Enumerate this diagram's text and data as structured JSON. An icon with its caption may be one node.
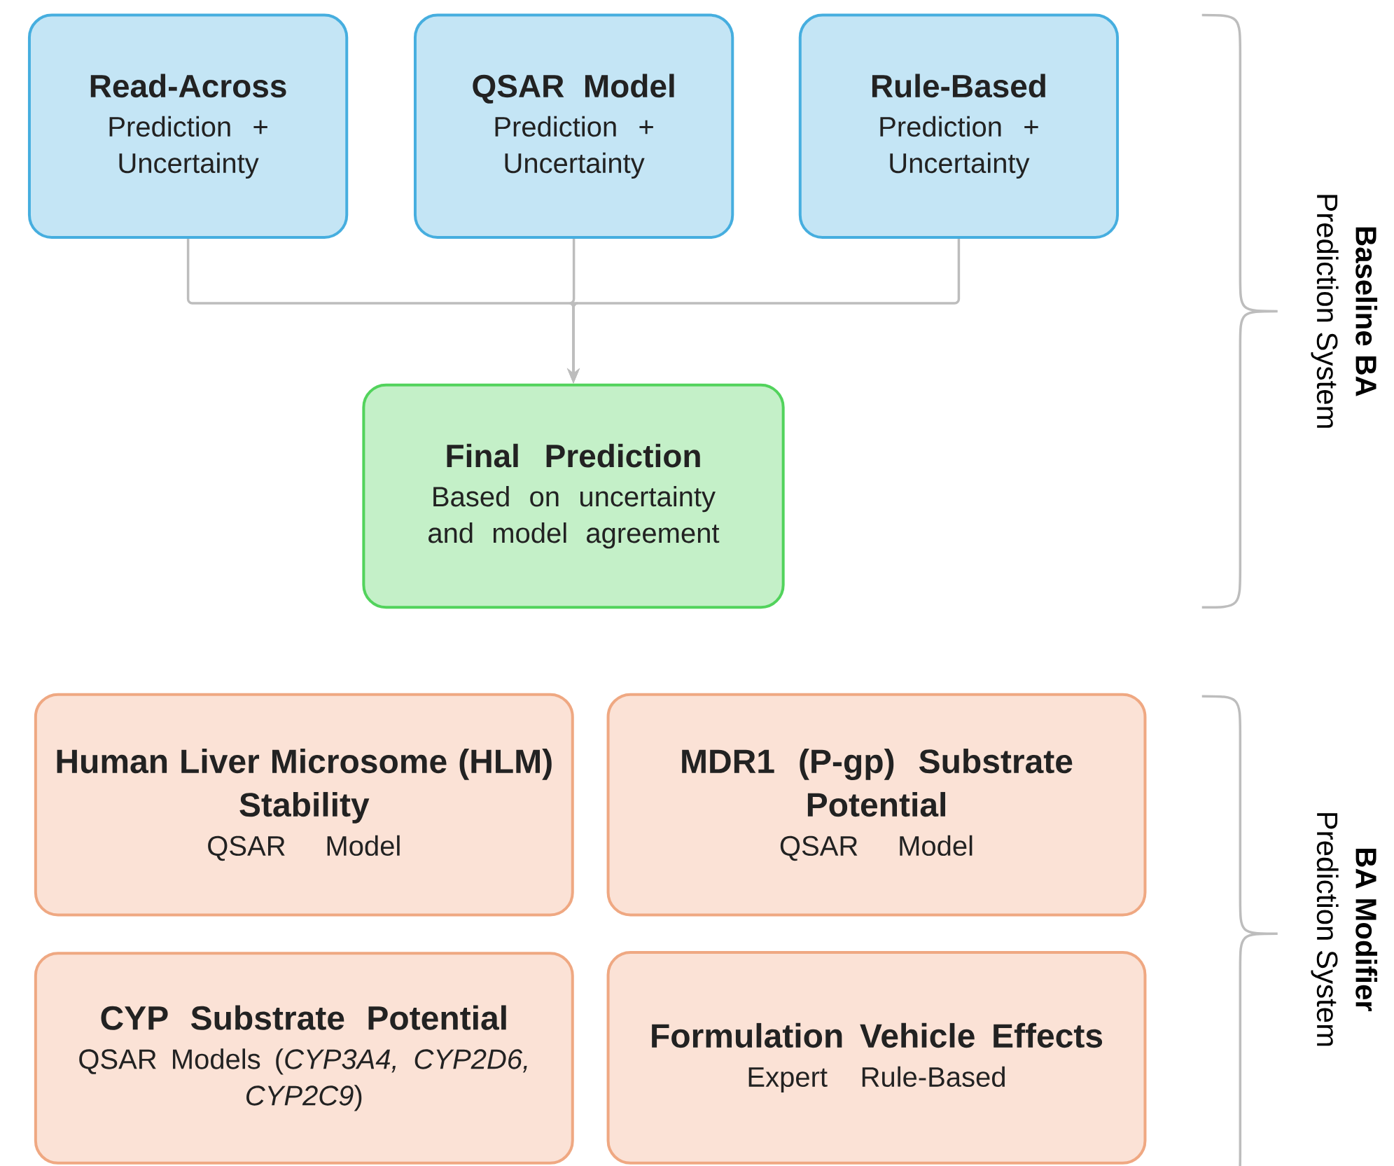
{
  "diagram": {
    "nodes": [
      {
        "text": [
          "Read-Across",
          "Prediction + Uncertainty"
        ]
      },
      {
        "text": [
          "QSAR Model",
          "Prediction + Uncertainty"
        ]
      },
      {
        "text": [
          "Rule-Based",
          "Prediction + Uncertainty"
        ]
      },
      {
        "text": [
          "Final Prediction",
          "Based on uncertainty and model agreement"
        ]
      },
      {
        "text": [
          "Human Liver Microsome (HLM) Stability",
          "QSAR Model"
        ]
      },
      {
        "text": [
          "MDR1 (P-gp) Substrate Potential",
          "QSAR Model"
        ]
      },
      {
        "text": [
          "CYP Substrate Potential",
          "QSAR Models (*CYP3A4, CYP2D6, CYP2C9*)"
        ]
      },
      {
        "text": [
          "Formulation Vehicle Effects",
          "Expert Rule-Based"
        ]
      }
    ],
    "edges": [
      {
        "from": 0,
        "to": 3,
        "arrow": "to"
      },
      {
        "from": 1,
        "to": 3,
        "arrow": "to"
      },
      {
        "from": 2,
        "to": 3,
        "arrow": "to"
      }
    ],
    "labels": [
      "Baseline BA",
      "Prediction System",
      "BA Modifier",
      "Prediction System"
    ]
  }
}
